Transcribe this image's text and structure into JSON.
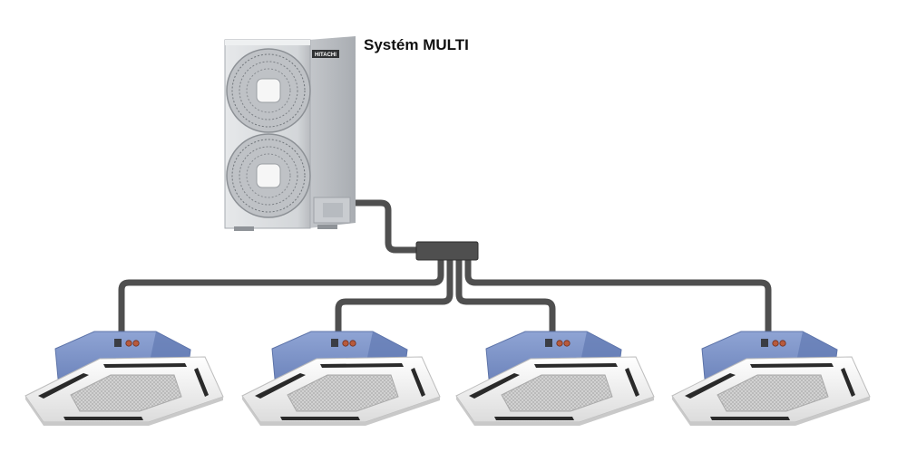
{
  "title": "Systém MULTI",
  "outdoor_unit": {
    "brand": "HITACHI",
    "fans": 2
  },
  "indoor_units_count": 4,
  "colors": {
    "pipe": "#4f4f4f",
    "unit_body": "#7f95c8",
    "unit_body_dark": "#5d73a8",
    "panel": "#f1f1f1",
    "outdoor_casing": "#d9dbdd"
  }
}
